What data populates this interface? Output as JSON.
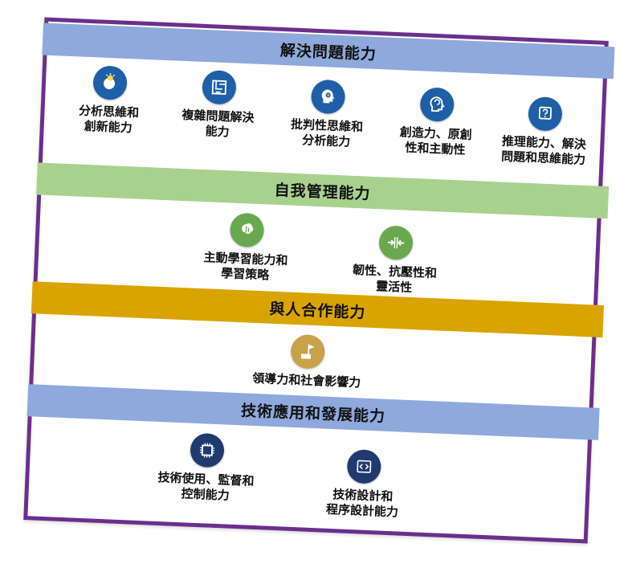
{
  "colors": {
    "frame": "#6b2f8c",
    "band_problem": "#8ea9db",
    "band_self": "#a9d18e",
    "band_team": "#d9a400",
    "band_tech": "#8ea9db",
    "icon_blue": "#1f5fa8",
    "icon_green": "#6aa84f",
    "icon_gold": "#c8a24a",
    "icon_navy": "#1f3a6e"
  },
  "sections": {
    "problem": {
      "title": "解決問題能力",
      "items": [
        {
          "label": "分析思維和\n創新能力",
          "icon": "lightbulb-head-icon"
        },
        {
          "label": "複雜問題解決\n能力",
          "icon": "maze-icon"
        },
        {
          "label": "批判性思維和\n分析能力",
          "icon": "gear-head-icon"
        },
        {
          "label": "創造力、原創\n性和主動性",
          "icon": "creative-head-icon"
        },
        {
          "label": "推理能力、解決\n問題和思維能力",
          "icon": "question-icon"
        }
      ]
    },
    "self": {
      "title": "自我管理能力",
      "items": [
        {
          "label": "主動學習能力和\n學習策略",
          "icon": "brain-icon"
        },
        {
          "label": "韌性、抗壓性和\n靈活性",
          "icon": "compress-arrows-icon"
        }
      ]
    },
    "team": {
      "title": "與人合作能力",
      "items": [
        {
          "label": "領導力和社會影響力",
          "icon": "flag-icon"
        }
      ]
    },
    "tech": {
      "title": "技術應用和發展能力",
      "items": [
        {
          "label": "技術使用、監督和\n控制能力",
          "icon": "chip-icon"
        },
        {
          "label": "技術設計和\n程序設計能力",
          "icon": "code-icon"
        }
      ]
    }
  }
}
